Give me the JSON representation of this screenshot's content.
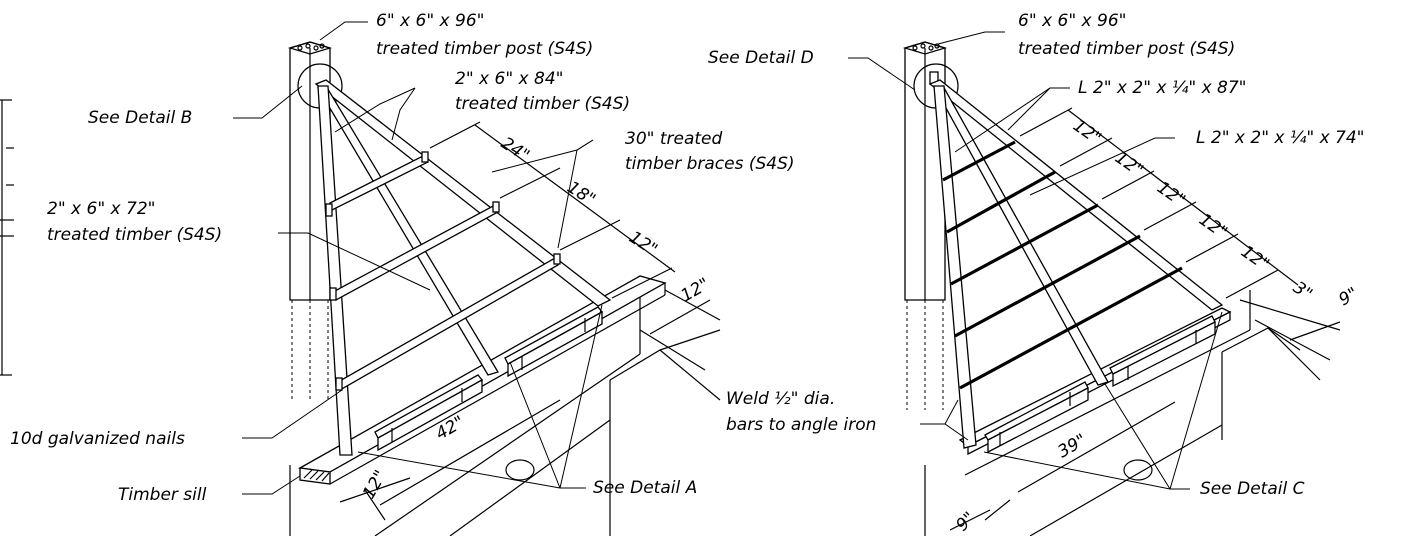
{
  "labels": {
    "left_post": [
      "6\" x 6\" x 96\"",
      "treated timber post (S4S)"
    ],
    "left_detail_b": "See Detail B",
    "left_timber_84": [
      "2\" x 6\" x 84\"",
      "treated timber (S4S)"
    ],
    "left_braces": [
      "30\" treated",
      "timber braces (S4S)"
    ],
    "left_timber_72": [
      "2\" x 6\" x 72\"",
      "treated timber (S4S)"
    ],
    "left_nails": "10d galvanized nails",
    "left_sill": "Timber sill",
    "left_detail_a": "See Detail A",
    "right_post": [
      "6\" x 6\" x 96\"",
      "treated timber post (S4S)"
    ],
    "right_detail_d": "See Detail D",
    "right_angle_87": "L 2\" x 2\" x ¼\" x 87\"",
    "right_angle_74": "L 2\" x 2\" x ¼\" x 74\"",
    "right_weld": [
      "Weld ½\" dia.",
      "bars to angle iron"
    ],
    "right_detail_c": "See Detail C"
  },
  "dimensions": {
    "left": {
      "d24": "24\"",
      "d18": "18\"",
      "d12_upper": "12\"",
      "d12_right": "12\"",
      "d42": "42\"",
      "d12_bottom": "12\""
    },
    "right": {
      "d12_a": "12\"",
      "d12_b": "12\"",
      "d12_c": "12\"",
      "d12_d": "12\"",
      "d12_e": "12\"",
      "d3": "3\"",
      "d9_right": "9\"",
      "d39": "39\"",
      "d9_bottom": "9\""
    }
  }
}
